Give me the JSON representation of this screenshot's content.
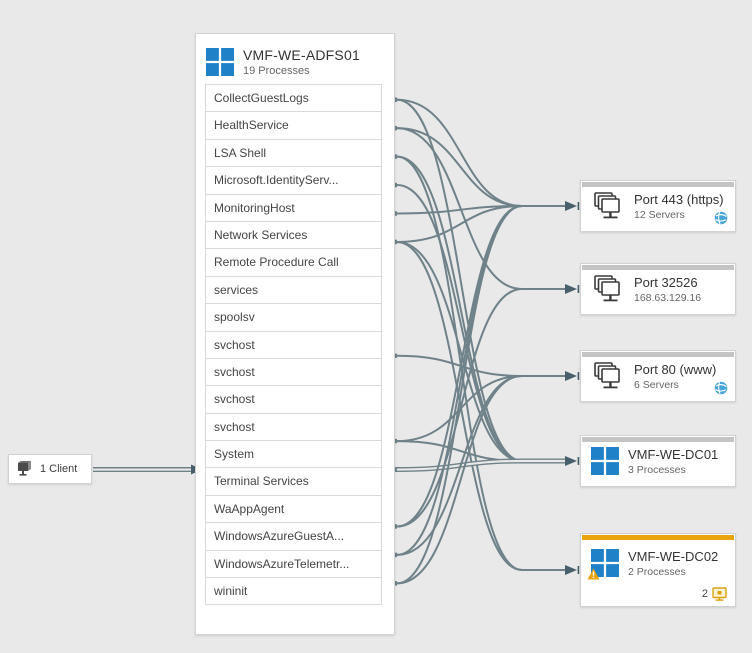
{
  "background": "#e9e9e9",
  "client_node": {
    "label": "1 Client"
  },
  "main_node": {
    "title": "VMF-WE-ADFS01",
    "subtitle": "19 Processes",
    "processes": [
      "CollectGuestLogs",
      "HealthService",
      "LSA Shell",
      "Microsoft.IdentityServ...",
      "MonitoringHost",
      "Network Services",
      "Remote Procedure Call",
      "services",
      "spoolsv",
      "svchost",
      "svchost",
      "svchost",
      "svchost",
      "System",
      "Terminal Services",
      "WaAppAgent",
      "WindowsAzureGuestA...",
      "WindowsAzureTelemetr...",
      "wininit"
    ]
  },
  "targets": [
    {
      "id": "port-443",
      "title": "Port 443 (https)",
      "subtitle": "12 Servers",
      "kind": "port",
      "internet": true
    },
    {
      "id": "port-32526",
      "title": "Port 32526",
      "subtitle": "168.63.129.16",
      "kind": "port",
      "internet": false
    },
    {
      "id": "port-80",
      "title": "Port 80 (www)",
      "subtitle": "6 Servers",
      "kind": "port",
      "internet": true
    },
    {
      "id": "dc01",
      "title": "VMF-WE-DC01",
      "subtitle": "3 Processes",
      "kind": "machine",
      "warning": false
    },
    {
      "id": "dc02",
      "title": "VMF-WE-DC02",
      "subtitle": "2 Processes",
      "kind": "machine",
      "warning": true,
      "badge_count": "2",
      "accent_color": "#e9a30b"
    }
  ],
  "colors": {
    "windows_blue": "#1f82c9",
    "edge": "#6f8289",
    "arrow": "#47606b",
    "warning_amber": "#e9a30b",
    "globe_blue": "#49a5d8",
    "gray_bar": "#c4c4c4"
  },
  "graph": {
    "edge_color": "#6f8289",
    "arrow_color": "#47606b",
    "connections": [
      {
        "from": "CollectGuestLogs",
        "from_row": 0,
        "to": "port-443"
      },
      {
        "from": "CollectGuestLogs",
        "from_row": 0,
        "to": "dc01"
      },
      {
        "from": "HealthService",
        "from_row": 1,
        "to": "port-443"
      },
      {
        "from": "HealthService",
        "from_row": 1,
        "to": "port-32526"
      },
      {
        "from": "LSA Shell",
        "from_row": 2,
        "to": "dc01"
      },
      {
        "from": "LSA Shell",
        "from_row": 2,
        "to": "dc02"
      },
      {
        "from": "Microsoft.IdentityServ...",
        "from_row": 3,
        "to": "dc01"
      },
      {
        "from": "MonitoringHost",
        "from_row": 4,
        "to": "port-443"
      },
      {
        "from": "Network Services",
        "from_row": 5,
        "to": "port-443"
      },
      {
        "from": "Network Services",
        "from_row": 5,
        "to": "dc01"
      },
      {
        "from": "Network Services",
        "from_row": 5,
        "to": "dc02"
      },
      {
        "from": "svchost",
        "from_row": 9,
        "to": "port-80"
      },
      {
        "from": "svchost",
        "from_row": 12,
        "to": "dc01"
      },
      {
        "from": "svchost",
        "from_row": 12,
        "to": "port-80"
      },
      {
        "from": "System",
        "from_row": 13,
        "to": "dc01",
        "highlight": true
      },
      {
        "from": "WaAppAgent",
        "from_row": 15,
        "to": "port-32526"
      },
      {
        "from": "WaAppAgent",
        "from_row": 15,
        "to": "port-443"
      },
      {
        "from": "WindowsAzureGuestA...",
        "from_row": 16,
        "to": "port-443"
      },
      {
        "from": "WindowsAzureGuestA...",
        "from_row": 16,
        "to": "port-80"
      },
      {
        "from": "WindowsAzureTelemetr...",
        "from_row": 17,
        "to": "port-443"
      },
      {
        "from": "WindowsAzureTelemetr...",
        "from_row": 17,
        "to": "port-80"
      }
    ],
    "client_connection": {
      "from": "client",
      "to": "System",
      "highlight": true
    }
  }
}
